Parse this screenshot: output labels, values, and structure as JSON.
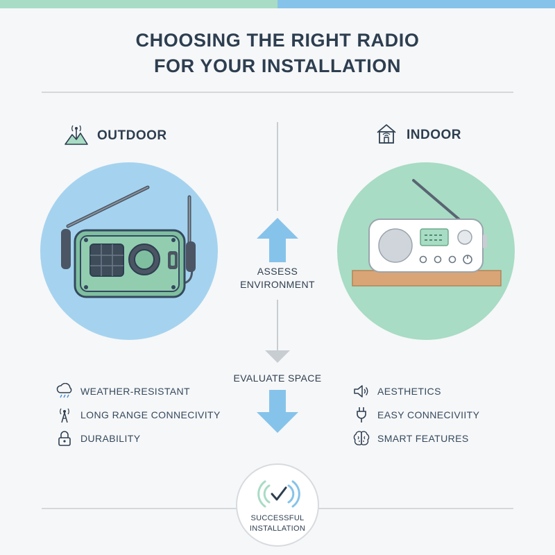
{
  "title": {
    "line1": "CHOOSING THE RIGHT RADIO",
    "line2": "FOR YOUR INSTALLATION"
  },
  "outdoor": {
    "heading": "OUTDOOR",
    "icon": "antenna-mountain-icon",
    "features": [
      {
        "label": "WEATHER-RESISTANT",
        "icon": "cloud-rain-icon"
      },
      {
        "label": "LONG RANGE CONNECIVITY",
        "icon": "radio-tower-icon"
      },
      {
        "label": "DURABILITY",
        "icon": "padlock-icon"
      }
    ]
  },
  "indoor": {
    "heading": "INDOOR",
    "icon": "smart-home-icon",
    "features": [
      {
        "label": "AESTHETICS",
        "icon": "speaker-icon"
      },
      {
        "label": "EASY CONNECIVIITY",
        "icon": "plug-icon"
      },
      {
        "label": "SMART FEATURES",
        "icon": "brain-icon"
      }
    ]
  },
  "flow": {
    "step1": {
      "line1": "ASSESS",
      "line2": "ENVIRONMENT"
    },
    "step2": "EVALUATE SPACE"
  },
  "result": {
    "line1": "SUCCESSFUL",
    "line2": "INSTALLATION",
    "icon": "check-signal-icon"
  },
  "colors": {
    "outdoor_circle": "#a5d3ef",
    "indoor_circle": "#a8dcc4",
    "arrow_blue": "#7cbde8",
    "text_dark": "#2d3e50"
  }
}
